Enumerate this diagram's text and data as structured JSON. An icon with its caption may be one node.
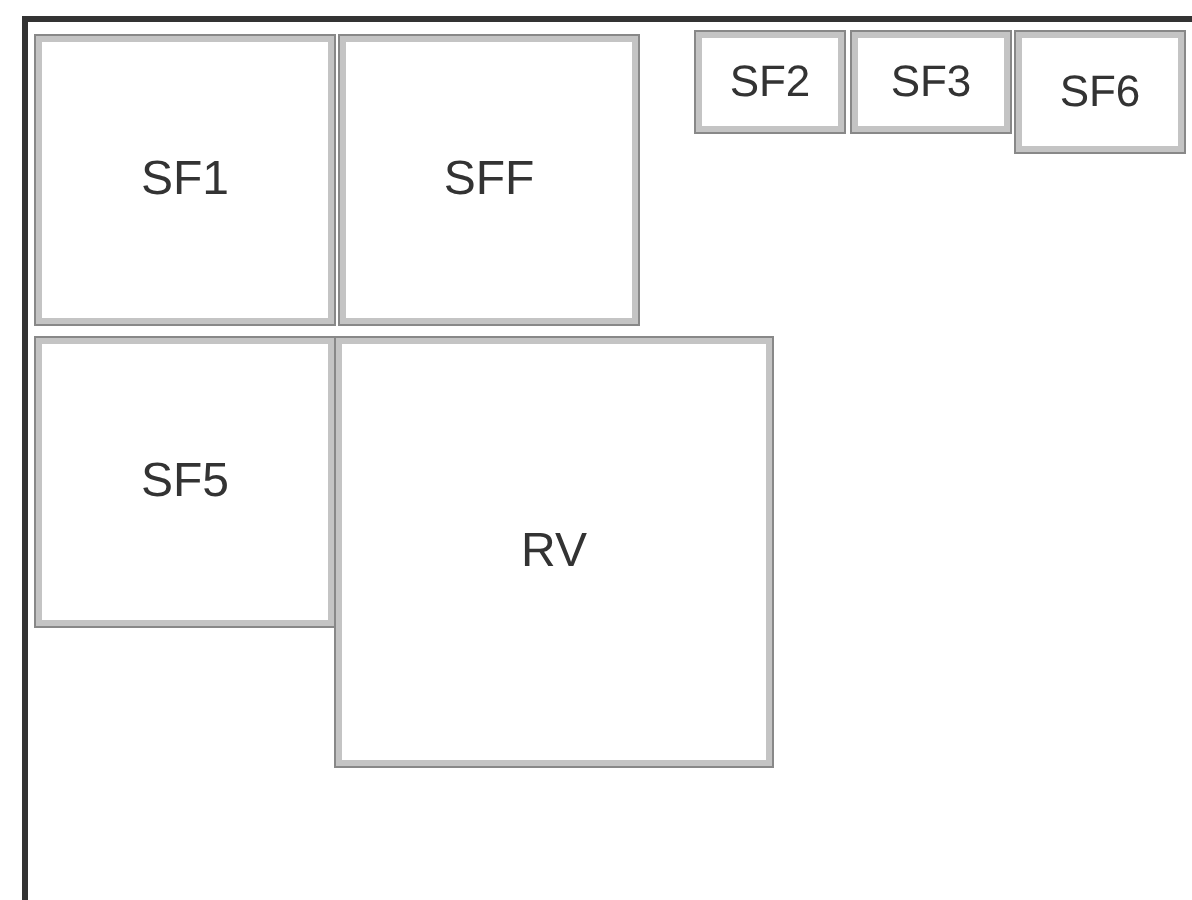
{
  "diagram": {
    "nodes": [
      {
        "text": [],
        "shape": "box"
      },
      {
        "text": [
          "SF1"
        ],
        "in": 0
      },
      {
        "text": [
          "SFF"
        ],
        "in": 0
      },
      {
        "text": [
          "SF2"
        ],
        "in": 0
      },
      {
        "text": [
          "SF3"
        ],
        "in": 0
      },
      {
        "text": [
          "SF6"
        ],
        "in": 0
      },
      {
        "text": [
          "SF5"
        ],
        "in": 0
      },
      {
        "text": [
          "RV"
        ],
        "in": 0
      }
    ]
  }
}
